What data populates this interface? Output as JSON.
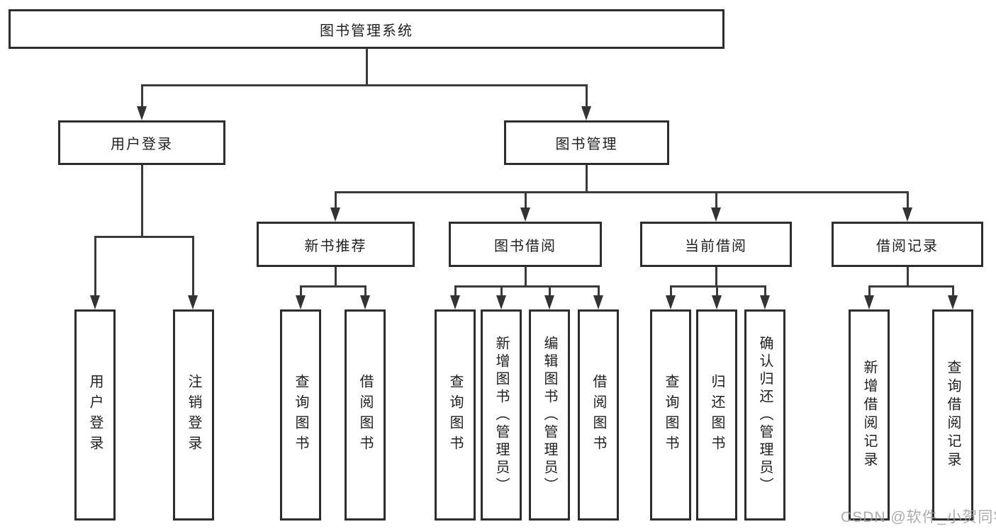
{
  "diagram": {
    "root": {
      "label": "图书管理系统"
    },
    "level2": [
      {
        "label": "用户登录"
      },
      {
        "label": "图书管理"
      }
    ],
    "level3": [
      {
        "label": "新书推荐"
      },
      {
        "label": "图书借阅"
      },
      {
        "label": "当前借阅"
      },
      {
        "label": "借阅记录"
      }
    ],
    "leaves": {
      "login": [
        "用户登录",
        "注销登录"
      ],
      "newbook": [
        "查询图书",
        "借阅图书"
      ],
      "borrow": [
        "查询图书",
        "新增图书（管理员）",
        "编辑图书（管理员）",
        "借阅图书"
      ],
      "current": [
        "查询图书",
        "归还图书",
        "确认归还（管理员）"
      ],
      "records": [
        "新增借阅记录",
        "查询借阅记录"
      ]
    }
  },
  "watermark": {
    "text": "CSDN @软件_小贺同学",
    "color": "#9e9e9e"
  },
  "colors": {
    "box_border": "#2d2d2d",
    "connector": "#3a3a3a",
    "text": "#1f1f1f",
    "background": "#ffffff"
  }
}
